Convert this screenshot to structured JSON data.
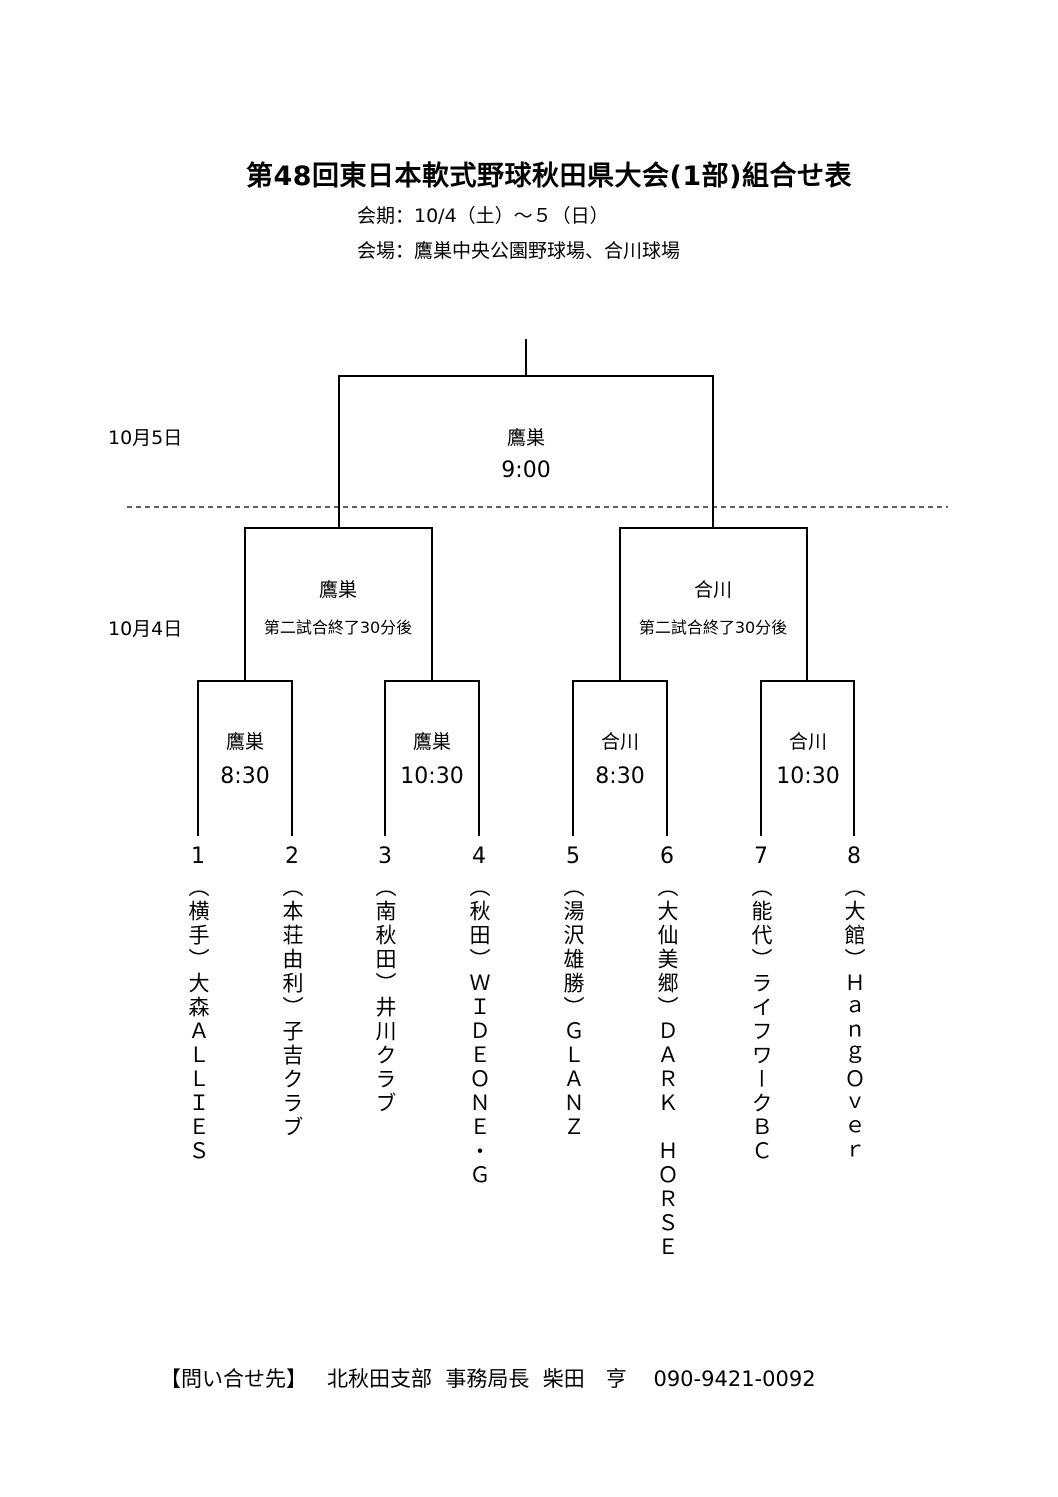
{
  "header": {
    "title": "第48回東日本軟式野球秋田県大会(1部)組合せ表",
    "dates": "会期：10/4（土）～５（日）",
    "venues": "会場：鷹巣中央公園野球場、合川球場"
  },
  "days": {
    "final_day": "10月5日",
    "first_day": "10月4日"
  },
  "final_match": {
    "venue": "鷹巣",
    "time": "9:00"
  },
  "semifinals": [
    {
      "venue": "鷹巣",
      "time": "第二試合終了30分後"
    },
    {
      "venue": "合川",
      "time": "第二試合終了30分後"
    }
  ],
  "first_round": [
    {
      "venue": "鷹巣",
      "time": "8:30"
    },
    {
      "venue": "鷹巣",
      "time": "10:30"
    },
    {
      "venue": "合川",
      "time": "8:30"
    },
    {
      "venue": "合川",
      "time": "10:30"
    }
  ],
  "teams": [
    {
      "seed": "1",
      "name": "（横手）大森ＡＬＬＩＥＳ"
    },
    {
      "seed": "2",
      "name": "（本荘由利）子吉クラブ"
    },
    {
      "seed": "3",
      "name": "（南秋田）井川クラブ"
    },
    {
      "seed": "4",
      "name": "（秋田）ＷＩＤＥＯＮＥ・Ｇ"
    },
    {
      "seed": "5",
      "name": "（湯沢雄勝）ＧＬＡＮＺ"
    },
    {
      "seed": "6",
      "name": "（大仙美郷）ＤＡＲＫ　ＨＯＲＳＥ"
    },
    {
      "seed": "7",
      "name": "（能代）ライフワークＢＣ"
    },
    {
      "seed": "8",
      "name": "（大館）ＨａｎｇＯｖｅｒ"
    }
  ],
  "footer": {
    "label": "【問い合せ先】",
    "org": "北秋田支部",
    "role": "事務局長",
    "person": "柴田　亨",
    "phone": "090-9421-0092"
  }
}
